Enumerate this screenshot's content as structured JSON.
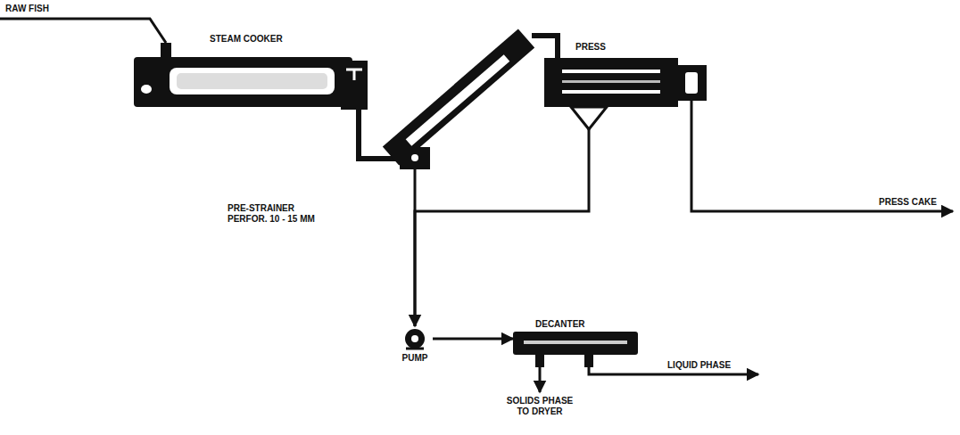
{
  "diagram": {
    "nodes": [
      {
        "text": [
          "STEAM COOKER"
        ]
      },
      {
        "text": [
          "PRE-STRAINER PERFOR. 10 - 15 MM"
        ]
      },
      {
        "text": [
          "PRESS"
        ]
      },
      {
        "text": [
          "PUMP"
        ]
      },
      {
        "text": [
          "DECANTER"
        ]
      }
    ],
    "edges": [
      {
        "from": 0,
        "to": 1,
        "arrow": "none"
      },
      {
        "from": 1,
        "to": 2,
        "arrow": "none"
      },
      {
        "from": 2,
        "to": 3,
        "arrow": "to"
      },
      {
        "from": 1,
        "to": 3,
        "arrow": "none"
      },
      {
        "from": 3,
        "to": 4,
        "arrow": "to"
      }
    ],
    "labels": [
      "RAW FISH",
      "PRESS CAKE",
      "LIQUID PHASE",
      "SOLIDS PHASE TO DRYER"
    ]
  }
}
